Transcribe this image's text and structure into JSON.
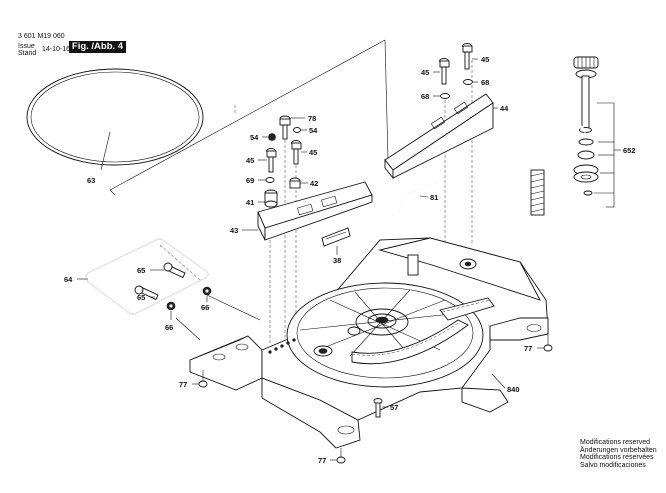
{
  "header": {
    "doc_number": "3 601 M19 060",
    "issue_label": "Issue",
    "stand_label": "Stand",
    "issue_date": "14-10-16",
    "figure_label": "Fig. /Abb. 4"
  },
  "modification_notes": [
    "Modifications reserved",
    "Änderungen vorbehalten",
    "Modifications réservées",
    "Salvo modificaciones"
  ],
  "part_labels": {
    "p63": "63",
    "p78": "78",
    "p54a": "54",
    "p54b": "54",
    "p45a": "45",
    "p45b": "45",
    "p69": "69",
    "p42": "42",
    "p41": "41",
    "p43": "43",
    "p38": "38",
    "p45c": "45",
    "p45d": "45",
    "p68a": "68",
    "p68b": "68",
    "p44": "44",
    "p81": "81",
    "p652": "652",
    "p64": "64",
    "p65a": "65",
    "p65b": "65",
    "p66a": "66",
    "p66b": "66",
    "p77a": "77",
    "p77b": "77",
    "p77c": "77",
    "p57": "57",
    "p840": "840"
  }
}
